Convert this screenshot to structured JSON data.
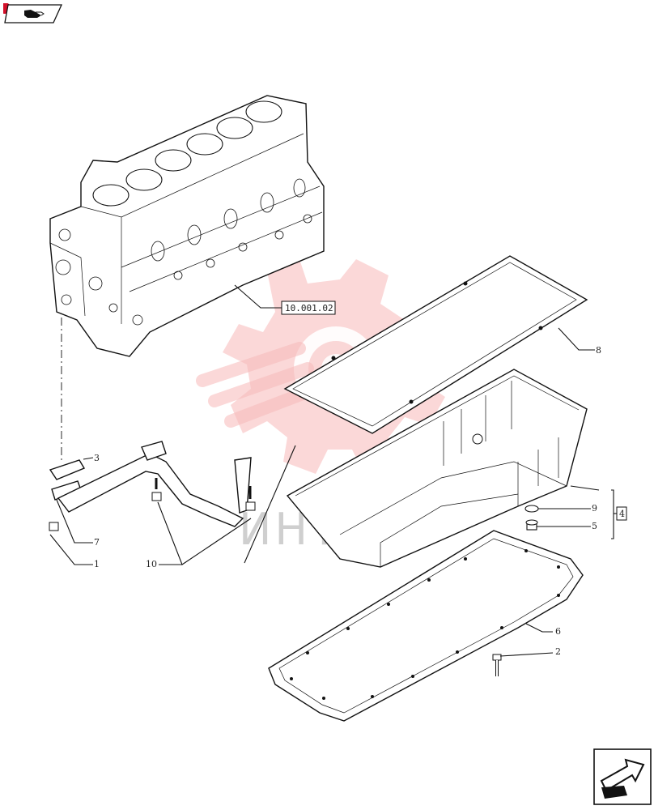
{
  "diagram": {
    "reference_code": "10.001.02",
    "callouts": [
      "1",
      "2",
      "3",
      "4",
      "5",
      "6",
      "7",
      "8",
      "9",
      "10"
    ],
    "watermark": "ИНТЕХ"
  },
  "navigation": {
    "prev_icon": "hand-pointer-left-icon",
    "next_icon": "arrow-next-page-icon"
  },
  "colors": {
    "watermark_red": "#f08080",
    "line": "#111111",
    "badge_red": "#d4102a"
  }
}
